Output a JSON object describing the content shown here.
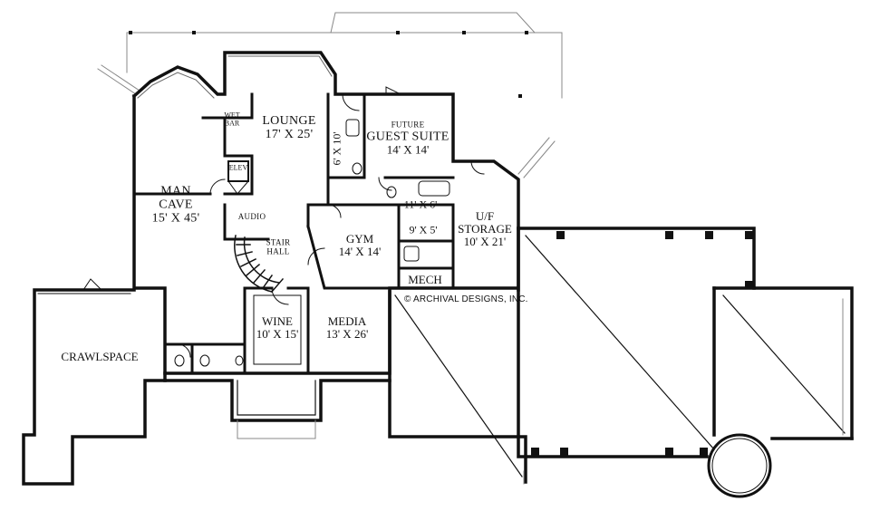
{
  "plan": {
    "credit": "© ARCHIVAL DESIGNS, INC.",
    "rooms": {
      "lounge": {
        "name": "LOUNGE",
        "size": "17' X 25'"
      },
      "future_guest_suite": {
        "name_line1": "FUTURE",
        "name_line2": "GUEST SUITE",
        "size": "14' X 14'"
      },
      "man_cave": {
        "name_line1": "MAN",
        "name_line2": "CAVE",
        "size": "15' X 45'"
      },
      "wet_bar": {
        "name_line1": "WET",
        "name_line2": "BAR"
      },
      "elevator": {
        "name": "ELEV"
      },
      "audio": {
        "name": "AUDIO"
      },
      "stair_hall": {
        "name_line1": "STAIR",
        "name_line2": "HALL"
      },
      "gym": {
        "name": "GYM",
        "size": "14' X 14'"
      },
      "bath_a": {
        "size": "6' X 10'"
      },
      "bath_b": {
        "size": "11' X 6'"
      },
      "closet": {
        "size": "9' X 5'"
      },
      "uf_storage": {
        "name_line1": "U/F",
        "name_line2": "STORAGE",
        "size": "10' X 21'"
      },
      "mech": {
        "name": "MECH"
      },
      "wine": {
        "name": "WINE",
        "size": "10' X 15'"
      },
      "media": {
        "name": "MEDIA",
        "size": "13' X 26'"
      },
      "crawlspace": {
        "name": "CRAWLSPACE"
      }
    }
  }
}
